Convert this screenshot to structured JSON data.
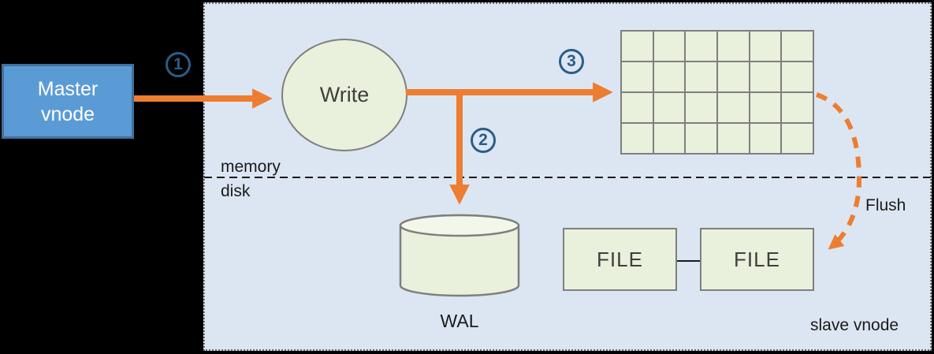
{
  "colors": {
    "accent-orange": "#ED7D31",
    "master-fill": "#5B9BD5",
    "master-border": "#41719C",
    "node-fill": "#E9F0DC",
    "node-fill-light": "#F2F7E9",
    "node-border": "#7F7F7F",
    "panel-bg": "#DCE6F2",
    "step-navy": "#2A5D88",
    "text-dark": "#3F3F3F",
    "line-black": "#1A1A1A"
  },
  "master_box": {
    "line1": "Master",
    "line2": "vnode"
  },
  "write_node": {
    "label": "Write"
  },
  "steps": [
    {
      "n": "1"
    },
    {
      "n": "2"
    },
    {
      "n": "3"
    }
  ],
  "separator": {
    "above": "memory",
    "below": "disk"
  },
  "wal": {
    "label": "WAL"
  },
  "files": [
    {
      "label": "FILE"
    },
    {
      "label": "FILE"
    }
  ],
  "flush": {
    "label": "Flush"
  },
  "panel": {
    "label": "slave vnode"
  },
  "mem_table": {
    "rows": 4,
    "cols": 6
  }
}
